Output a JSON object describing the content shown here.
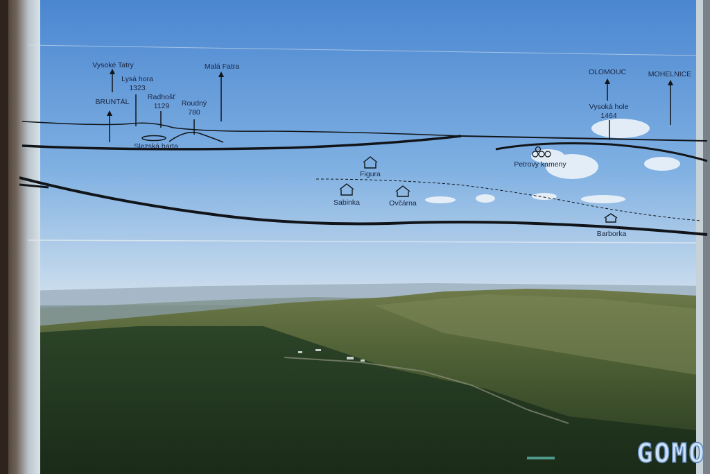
{
  "panorama_labels": {
    "vysoke_tatry": "Vysoké Tatry",
    "lysa_hora": "Lysá hora",
    "lysa_hora_alt": "1323",
    "mala_fatra": "Malá Fatra",
    "bruntal": "BRUNTÁL",
    "radhost": "Radhošť",
    "radhost_alt": "1129",
    "roudny": "Roudný",
    "roudny_alt": "780",
    "slezska_harta": "Slezská harta",
    "figura": "Figura",
    "sabinka": "Sabinka",
    "ovcarna": "Ovčárna",
    "olomouc": "OLOMOUC",
    "mohelnice": "MOHELNICE",
    "vysoka_hole": "Vysoká hole",
    "vysoka_hole_alt": "1464",
    "petrovy_kameny": "Petrovy kameny",
    "barborka": "Barborka"
  },
  "watermark": "GOMO",
  "colors": {
    "sky_top": "#4a86d0",
    "sky_horizon": "#c9dced",
    "forest": "#24381f",
    "meadow": "#6d7a48",
    "drawing_ink": "#111418"
  }
}
